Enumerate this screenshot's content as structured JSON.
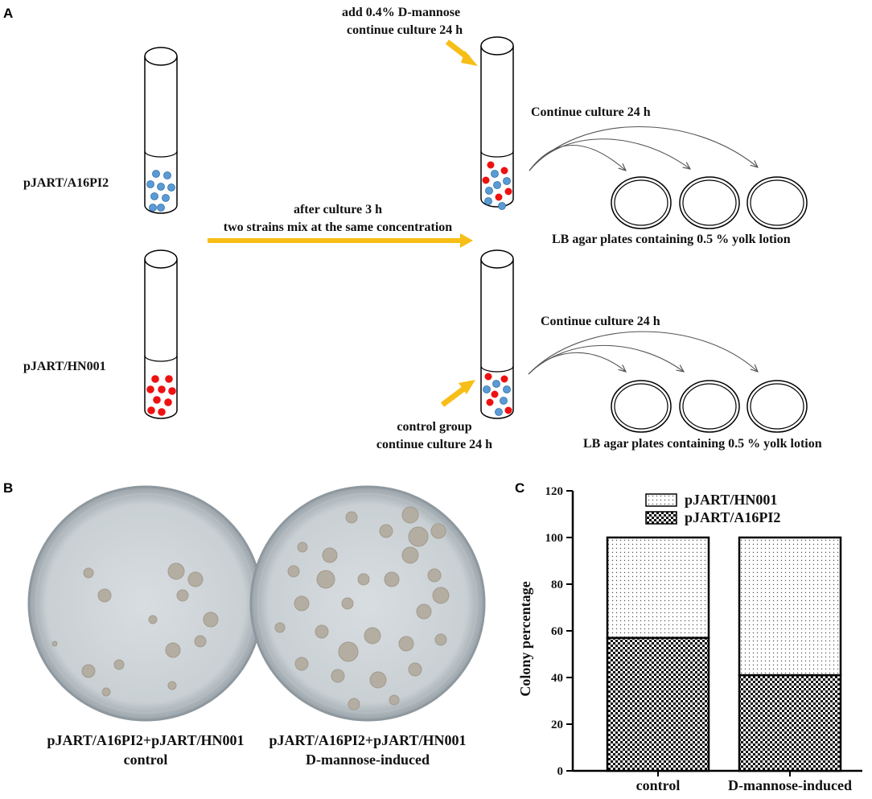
{
  "panels": {
    "a": {
      "letter": "A",
      "strain_top": "pJART/A16PI2",
      "strain_bottom": "pJART/HN001",
      "mix_line1": "after culture 3 h",
      "mix_line2": "two strains mix at the same concentration",
      "induce_line1": "add 0.4% D-mannose",
      "induce_line2": "continue culture 24 h",
      "control_line1": "control group",
      "control_line2": "continue culture 24 h",
      "continue_top": "Continue culture 24 h",
      "continue_bottom": "Continue culture 24 h",
      "plates_top": "LB agar plates containing 0.5 % yolk lotion",
      "plates_bottom": "LB agar plates containing 0.5 % yolk lotion"
    },
    "b": {
      "letter": "B",
      "left_line1": "pJART/A16PI2+pJART/HN001",
      "left_line2": "control",
      "right_line1": "pJART/A16PI2+pJART/HN001",
      "right_line2": "D-mannose-induced"
    },
    "c": {
      "letter": "C"
    }
  },
  "colors": {
    "arrow": "#F7BE16",
    "blue_cell": "#5B9BD5",
    "red_cell": "#EE1111",
    "dish": "#C9D1D6"
  },
  "chart_data": {
    "type": "bar",
    "stacked": true,
    "categories": [
      "control",
      "D-mannose-induced"
    ],
    "series": [
      {
        "name": "pJART/A16PI2",
        "pattern": "checkerboard",
        "values": [
          57,
          41
        ]
      },
      {
        "name": "pJART/HN001",
        "pattern": "dotted",
        "values": [
          43,
          59
        ]
      }
    ],
    "ylabel": "Colony percentage",
    "xlabel": "",
    "ylim": [
      0,
      120
    ],
    "yticks": [
      "0",
      "20",
      "40",
      "60",
      "80",
      "100",
      "120"
    ],
    "legend": "top",
    "grid": false
  }
}
